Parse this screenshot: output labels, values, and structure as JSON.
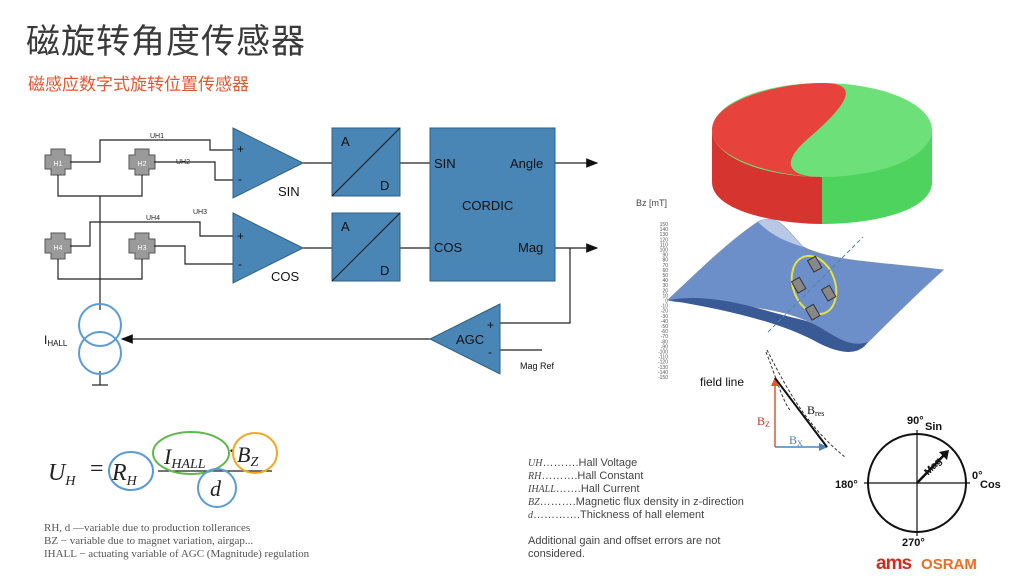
{
  "title": "磁旋转角度传感器",
  "subtitle": "磁感应数字式旋转位置传感器",
  "circuit": {
    "hall_sensors": [
      "H1",
      "H2",
      "H4",
      "H3"
    ],
    "voltages": [
      "UH1",
      "UH2",
      "UH3",
      "UH4"
    ],
    "amp_plus": "+",
    "amp_minus": "-",
    "amp_sin_label": "SIN",
    "amp_cos_label": "COS",
    "adc_a": "A",
    "adc_d": "D",
    "cordic_label": "CORDIC",
    "cordic_in_sin": "SIN",
    "cordic_in_cos": "COS",
    "cordic_out_angle": "Angle",
    "cordic_out_mag": "Mag",
    "agc_label": "AGC",
    "mag_ref": "Mag Ref",
    "ihall_main": "I",
    "ihall_sub": "HALL"
  },
  "plot3d": {
    "axis_label": "Bz [mT]",
    "ticks": [
      "150",
      "140",
      "130",
      "120",
      "110",
      "100",
      "90",
      "80",
      "70",
      "60",
      "50",
      "40",
      "30",
      "20",
      "10",
      "0",
      "-10",
      "-20",
      "-30",
      "-40",
      "-50",
      "-60",
      "-70",
      "-80",
      "-90",
      "-100",
      "-110",
      "-120",
      "-130",
      "-140",
      "-150"
    ],
    "field_line_label": "field line"
  },
  "vectors": {
    "bres": "B",
    "bres_sub": "res",
    "bz": "B",
    "bz_sub": "Z",
    "bx": "B",
    "bx_sub": "X"
  },
  "unit_circle": {
    "deg90": "90°",
    "sin": "Sin",
    "deg0": "0°",
    "cos": "Cos",
    "deg180": "180°",
    "deg270": "270°",
    "mag": "Mag"
  },
  "formula": {
    "uh": "U",
    "uh_sub": "H",
    "eq": "=",
    "rh": "R",
    "rh_sub": "H",
    "ihall": "I",
    "ihall_sub": "HALL",
    "dot": "·",
    "bz": "B",
    "bz_sub": "Z",
    "d": "d"
  },
  "notes": [
    "RH, d —variable due to production tollerances",
    "BZ − variable due to magnet variation, airgap...",
    "IHALL − actuating variable of AGC (Magnitude) regulation"
  ],
  "legend": [
    {
      "sym": "UH",
      "text": "……….Hall Voltage"
    },
    {
      "sym": "RH",
      "text": "……….Hall Constant"
    },
    {
      "sym": "IHALL",
      "text": "…….Hall Current"
    },
    {
      "sym": "BZ",
      "text": "……….Magnetic flux density in z-direction"
    },
    {
      "sym": "d",
      "text": "………….Thickness of hall element"
    }
  ],
  "footnote": "Additional gain and offset errors are not considered.",
  "logos": {
    "ams": "ams",
    "osram": "OSRAM"
  },
  "colors": {
    "block": "#4a86b5",
    "block_stroke": "#2d5f86",
    "accent_orange": "#e4572e",
    "magnet_red": "#e8423c",
    "magnet_green": "#6ee07a",
    "circle_blue": "#5a9bd5",
    "circle_green": "#5fb84a",
    "circle_orange": "#f0a826",
    "ams_red": "#d42b1e",
    "osram_orange": "#f26b21"
  }
}
